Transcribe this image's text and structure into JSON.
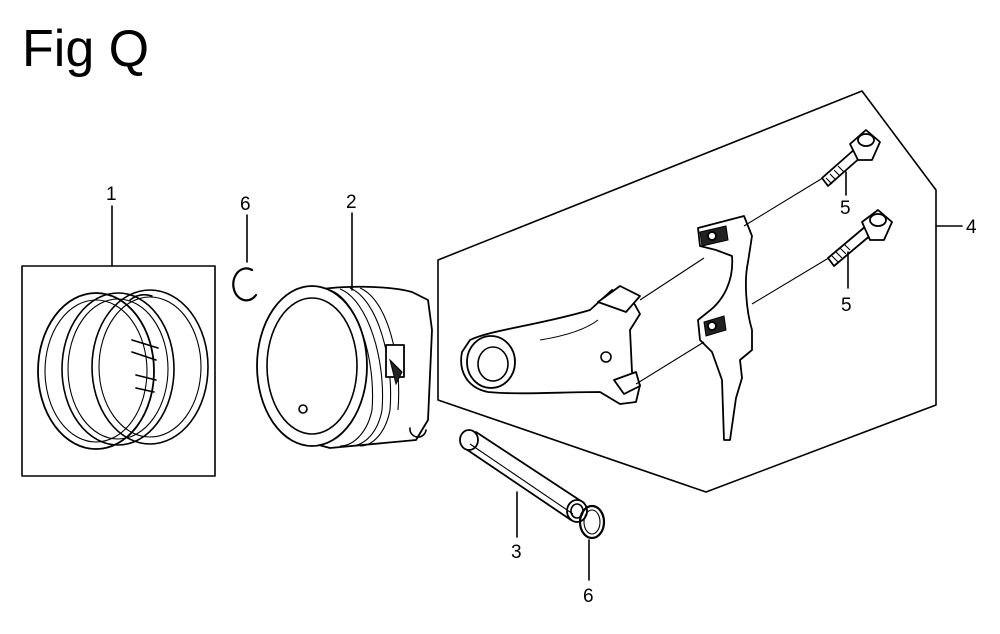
{
  "figure": {
    "title": "Fig Q",
    "callouts": {
      "rings": "1",
      "piston": "2",
      "pin": "3",
      "rod_assembly": "4",
      "bolt_upper": "5",
      "bolt_lower": "5",
      "clip_upper": "6",
      "clip_lower": "6"
    },
    "colors": {
      "ink": "#000000",
      "paper": "#ffffff"
    }
  }
}
